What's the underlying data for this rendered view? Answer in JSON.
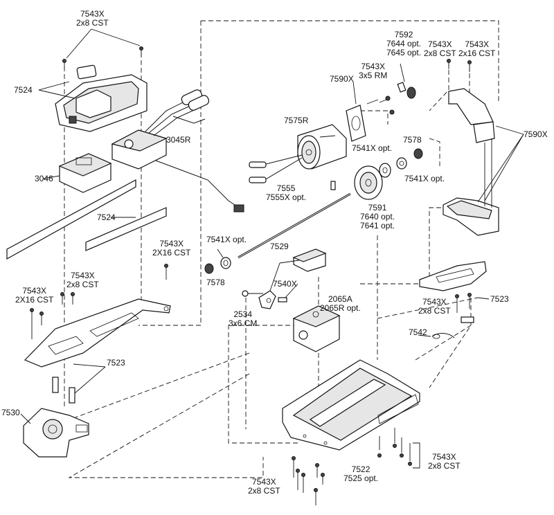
{
  "labels": {
    "top_screws_left": {
      "line1": "7543X",
      "line2": "2x8 CST"
    },
    "battery_box": "7524",
    "esc": "3045R",
    "receiver": "3046",
    "tape": "7524",
    "side_screws_long": {
      "line1": "7543X",
      "line2": "2X16 CST"
    },
    "chassis_screws_a": {
      "line1": "7543X",
      "line2": "2x8 CST"
    },
    "chassis_screws_b": {
      "line1": "7543X",
      "line2": "2X16 CST"
    },
    "rail_left": "7523",
    "gearbox": "7530",
    "bottom_screws_left": {
      "line1": "7543X",
      "line2": "2x8 CST"
    },
    "chassis_plate": {
      "line1": "7522",
      "line2": "7525 opt."
    },
    "bottom_screws_right": {
      "line1": "7543X",
      "line2": "2x8 CST"
    },
    "servo_screw": {
      "line1": "2534",
      "line2": "3x6 CM"
    },
    "servo_mount": "7529",
    "servo_horn": "7540X",
    "servo": {
      "line1": "2065A",
      "line2": "2065R opt."
    },
    "bearing_left": "7541X opt.",
    "pinion_left": "7578",
    "driveshaft": {
      "line1": "7555",
      "line2": "7555X opt."
    },
    "motor": "7575R",
    "motor_plate": "7590X",
    "motor_screws": {
      "line1": "7543X",
      "line2": "3x5 RM"
    },
    "pinion_top": {
      "line1": "7592",
      "line2": "7644 opt.",
      "line3": "7645 opt."
    },
    "top_screws_right_a": {
      "line1": "7543X",
      "line2": "2x8 CST"
    },
    "top_screws_right_b": {
      "line1": "7543X",
      "line2": "2x16 CST"
    },
    "motor_mount": "7590X",
    "bearing_mid": "7541X opt.",
    "gear_small": "7578",
    "bearing_right": "7541X opt.",
    "spur_gear": {
      "line1": "7591",
      "line2": "7640 opt.",
      "line3": "7641 opt."
    },
    "rail_right": "7523",
    "rail_screws": {
      "line1": "7543X",
      "line2": "2x8 CST"
    },
    "clip": "7542"
  }
}
